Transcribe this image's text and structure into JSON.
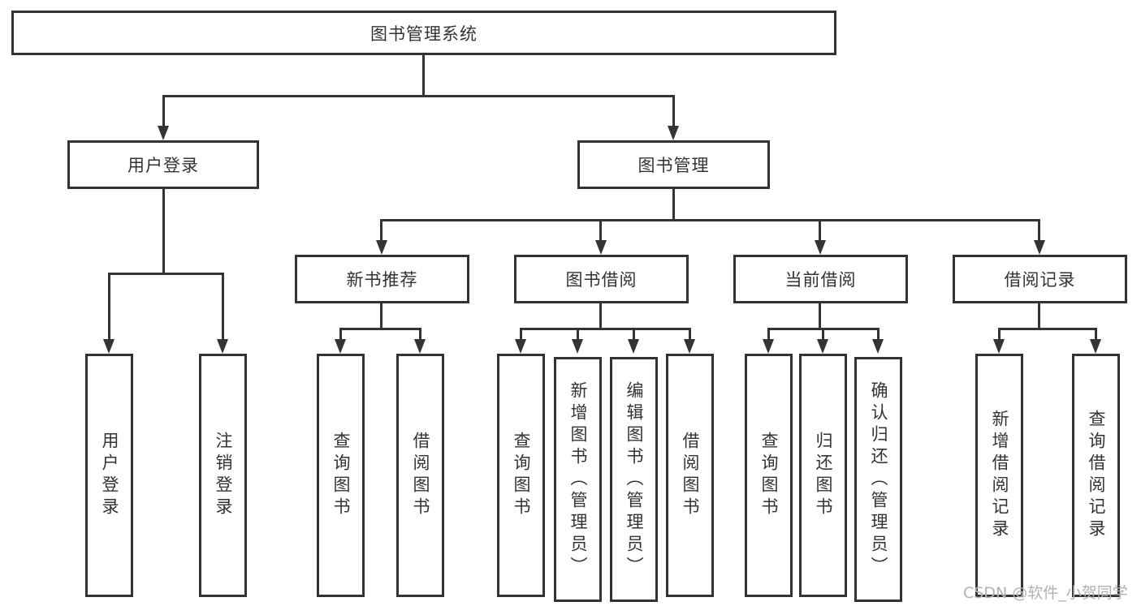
{
  "labels": {
    "root": "图书管理系统",
    "user_login": "用户登录",
    "book_mgmt": "图书管理",
    "new_book_rec": "新书推荐",
    "book_borrow": "图书借阅",
    "current_borrow": "当前借阅",
    "borrow_records": "借阅记录",
    "leaf_user_login": "用户登录",
    "leaf_logout": "注销登录",
    "nbr_query_books": "查询图书",
    "nbr_borrow_books": "借阅图书",
    "bb_query_books": "查询图书",
    "bb_add_books": "新增图书（管理员）",
    "bb_edit_books": "编辑图书（管理员）",
    "bb_borrow_books": "借阅图书",
    "cb_query_books": "查询图书",
    "cb_return_books": "归还图书",
    "cb_confirm_return": "确认归还（管理员）",
    "br_add_record": "新增借阅记录",
    "br_query_record": "查询借阅记录",
    "watermark": "CSDN @软件_小贺同学"
  },
  "hierarchy": {
    "图书管理系统": {
      "用户登录": [
        "用户登录",
        "注销登录"
      ],
      "图书管理": {
        "新书推荐": [
          "查询图书",
          "借阅图书"
        ],
        "图书借阅": [
          "查询图书",
          "新增图书（管理员）",
          "编辑图书（管理员）",
          "借阅图书"
        ],
        "当前借阅": [
          "查询图书",
          "归还图书",
          "确认归还（管理员）"
        ],
        "借阅记录": [
          "新增借阅记录",
          "查询借阅记录"
        ]
      }
    }
  },
  "colors": {
    "line": "#343434",
    "box_border": "#333333",
    "text": "#333333",
    "watermark": "#b2b2b2",
    "background": "#ffffff"
  }
}
